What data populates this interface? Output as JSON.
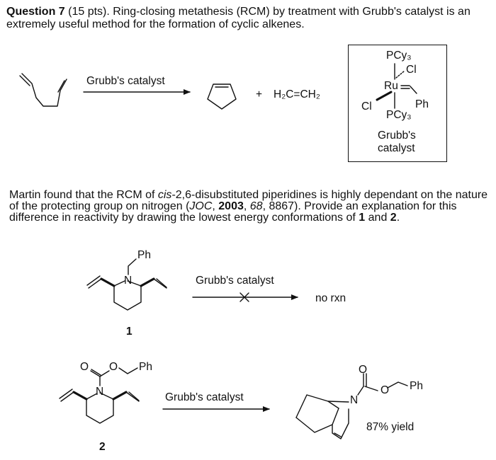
{
  "question": {
    "title": "Question 7",
    "points": " (15 pts).",
    "intro": " Ring-closing metathesis (RCM) by treatment with Grubb's catalyst is an extremely useful method for the formation of cyclic alkenes."
  },
  "reaction1": {
    "arrow_label": "Grubb's catalyst",
    "plus": "+",
    "byproduct": "H₂C=CH₂"
  },
  "catalyst_box": {
    "pcy3_top": "PCy₃",
    "cl_top": "Cl",
    "ru": "Ru",
    "cl_left": "Cl",
    "ph": "Ph",
    "pcy3_bottom": "PCy₃",
    "name_line1": "Grubb's",
    "name_line2": "catalyst"
  },
  "paragraph": {
    "p1": "Martin found that the RCM of ",
    "p2": "cis",
    "p3": "-2,6-disubstituted piperidines is highly dependant on the nature of the protecting group on nitrogen (",
    "p4": "JOC",
    "p5": ", ",
    "p6": "2003",
    "p7": ", ",
    "p8": "68",
    "p9": ", 8867). Provide an explanation for this difference in reactivity by drawing the lowest energy conformations of ",
    "p10": "1",
    "p11": " and ",
    "p12": "2",
    "p13": "."
  },
  "reaction2": {
    "compound_number": "1",
    "n_label": "N",
    "ph_label": "Ph",
    "arrow_label": "Grubb's catalyst",
    "blocked_mark": "✕",
    "result": "no rxn"
  },
  "reaction3": {
    "compound_number": "2",
    "n_label": "N",
    "o_carbonyl": "O",
    "o_ester": "O",
    "ph_label": "Ph",
    "arrow_label": "Grubb's catalyst",
    "product_n": "N",
    "product_o_carbonyl": "O",
    "product_o_ester": "O",
    "product_ph": "Ph",
    "yield": "87% yield"
  }
}
